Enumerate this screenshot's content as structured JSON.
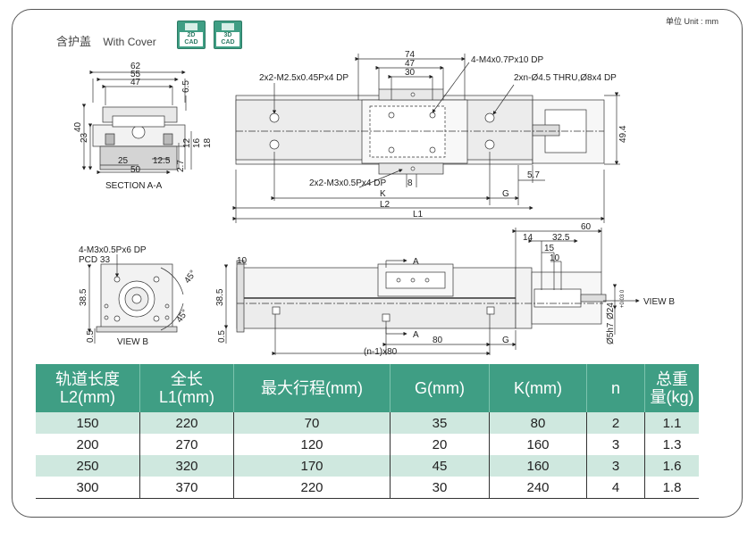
{
  "header": {
    "unit_label": "单位 Unit : mm",
    "title_cn": "含护盖",
    "title_en": "With Cover",
    "cad_2d": "2D CAD",
    "cad_3d": "3D CAD"
  },
  "drawing": {
    "section_label": "SECTION A-A",
    "view_b_label": "VIEW B",
    "view_b_arrow": "VIEW B",
    "a_label": "A",
    "notes": {
      "m4_holes": "4-M4x0.7Px10 DP",
      "m25_holes": "2x2-M2.5x0.45Px4 DP",
      "thru_holes": "2xn-Ø4.5 THRU,Ø8x4 DP",
      "m3_holes": "2x2-M3x0.5Px4 DP",
      "m3_pcd": "4-M3x0.5Px6 DP",
      "pcd": "PCD 33",
      "pitch": "(n-1)x80"
    },
    "dims": {
      "d62": "62",
      "d55": "55",
      "d47a": "47",
      "d65": "6.5",
      "d40": "40",
      "d23": "23",
      "d12": "12",
      "d16": "16",
      "d18": "18",
      "d25": "25",
      "d125": "12.5",
      "d50": "50",
      "d27": "2.7",
      "d74": "74",
      "d47b": "47",
      "d30": "30",
      "d494": "49.4",
      "d57": "5.7",
      "d8": "8",
      "k": "K",
      "g": "G",
      "l2": "L2",
      "l1": "L1",
      "d60": "60",
      "d14": "14",
      "d325": "32.5",
      "d15": "15",
      "d10a": "10",
      "d10b": "10",
      "d385a": "38.5",
      "d385b": "38.5",
      "d05a": "0.5",
      "d05b": "0.5",
      "d80": "80",
      "g2": "G",
      "d45a": "45°",
      "d45b": "45°",
      "phi24": "Ø24",
      "tol": "+0.03 0",
      "phi5": "Ø5h7"
    }
  },
  "table": {
    "headers": [
      {
        "line1": "轨道长度",
        "line2": "L2(mm)"
      },
      {
        "line1": "全长",
        "line2": "L1(mm)"
      },
      {
        "line1": "最大行程(mm)",
        "line2": ""
      },
      {
        "line1": "G(mm)",
        "line2": ""
      },
      {
        "line1": "K(mm)",
        "line2": ""
      },
      {
        "line1": "n",
        "line2": ""
      },
      {
        "line1": "总重量(kg)",
        "line2": ""
      }
    ],
    "rows": [
      [
        "150",
        "220",
        "70",
        "35",
        "80",
        "2",
        "1.1"
      ],
      [
        "200",
        "270",
        "120",
        "20",
        "160",
        "3",
        "1.3"
      ],
      [
        "250",
        "320",
        "170",
        "45",
        "160",
        "3",
        "1.6"
      ],
      [
        "300",
        "370",
        "220",
        "30",
        "240",
        "4",
        "1.8"
      ]
    ]
  }
}
